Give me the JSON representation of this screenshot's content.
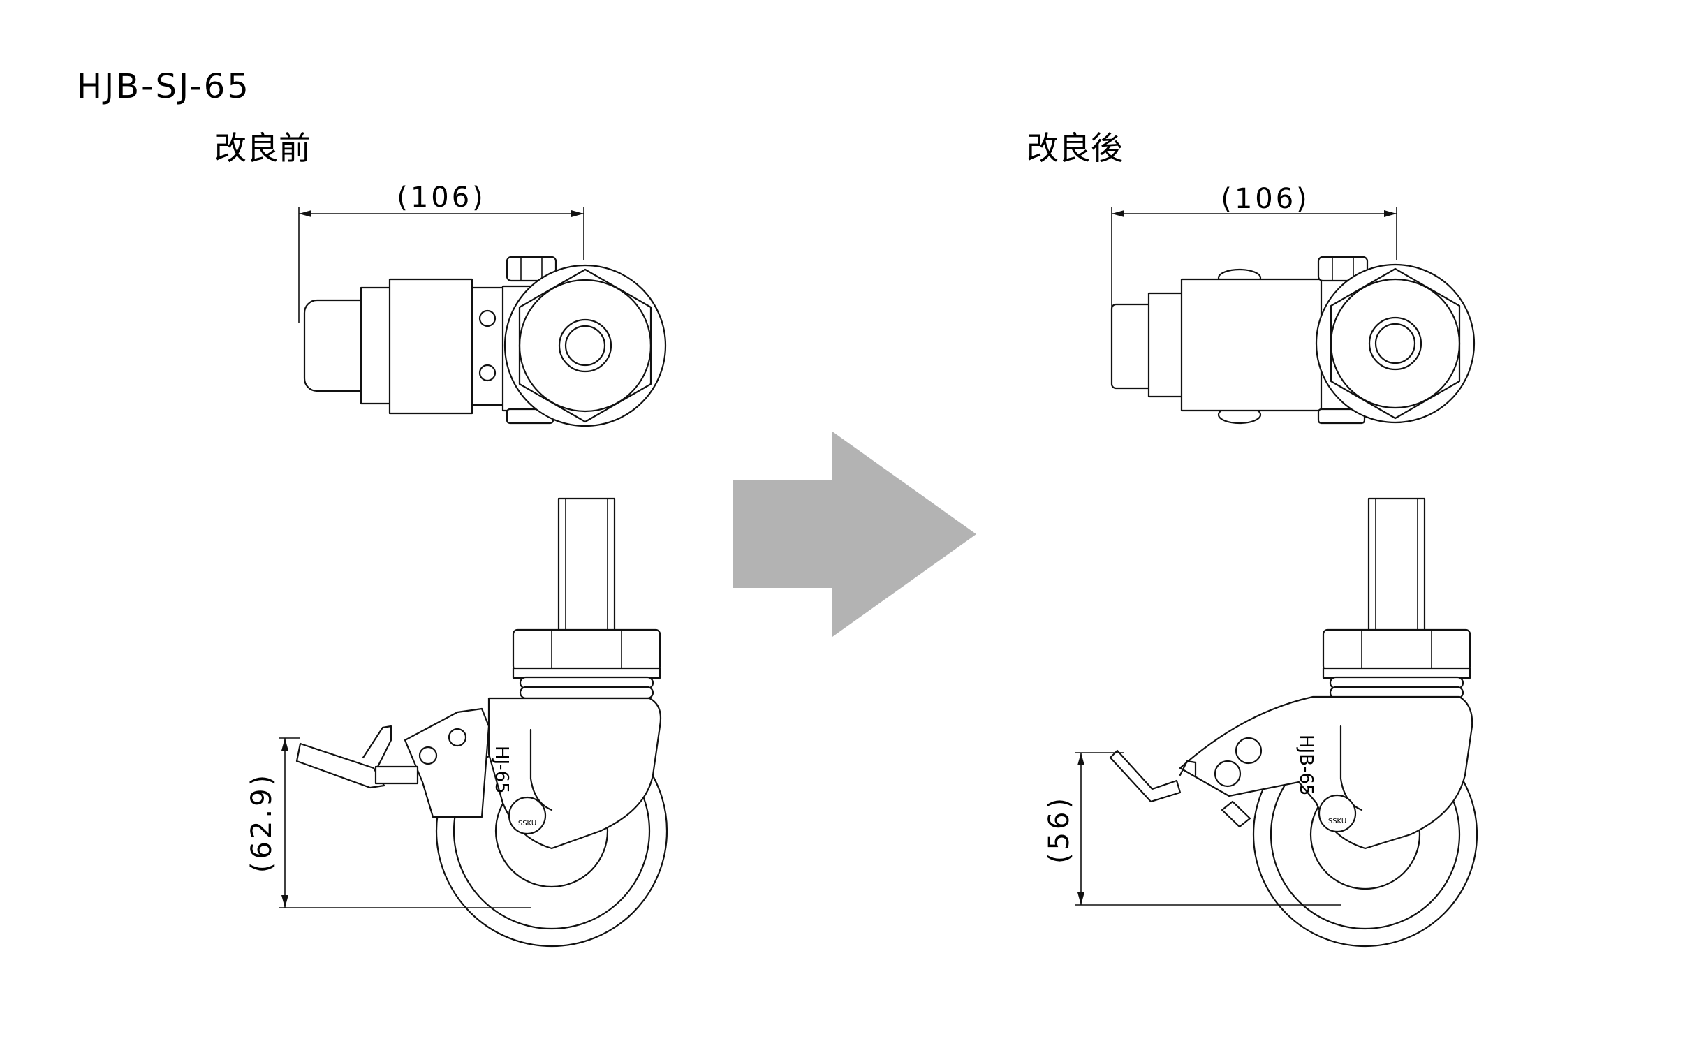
{
  "model": "HJB-SJ-65",
  "before": {
    "heading": "改良前",
    "width_dim": "(106)",
    "height_dim": "(62.9)",
    "body_mark": "HJ-65",
    "logo_text": "SSKU"
  },
  "after": {
    "heading": "改良後",
    "width_dim": "(106)",
    "height_dim": "(56)",
    "body_mark": "HJB-65",
    "logo_text": "SSKU"
  },
  "colors": {
    "arrow": "#b3b3b3",
    "line": "#111111"
  }
}
